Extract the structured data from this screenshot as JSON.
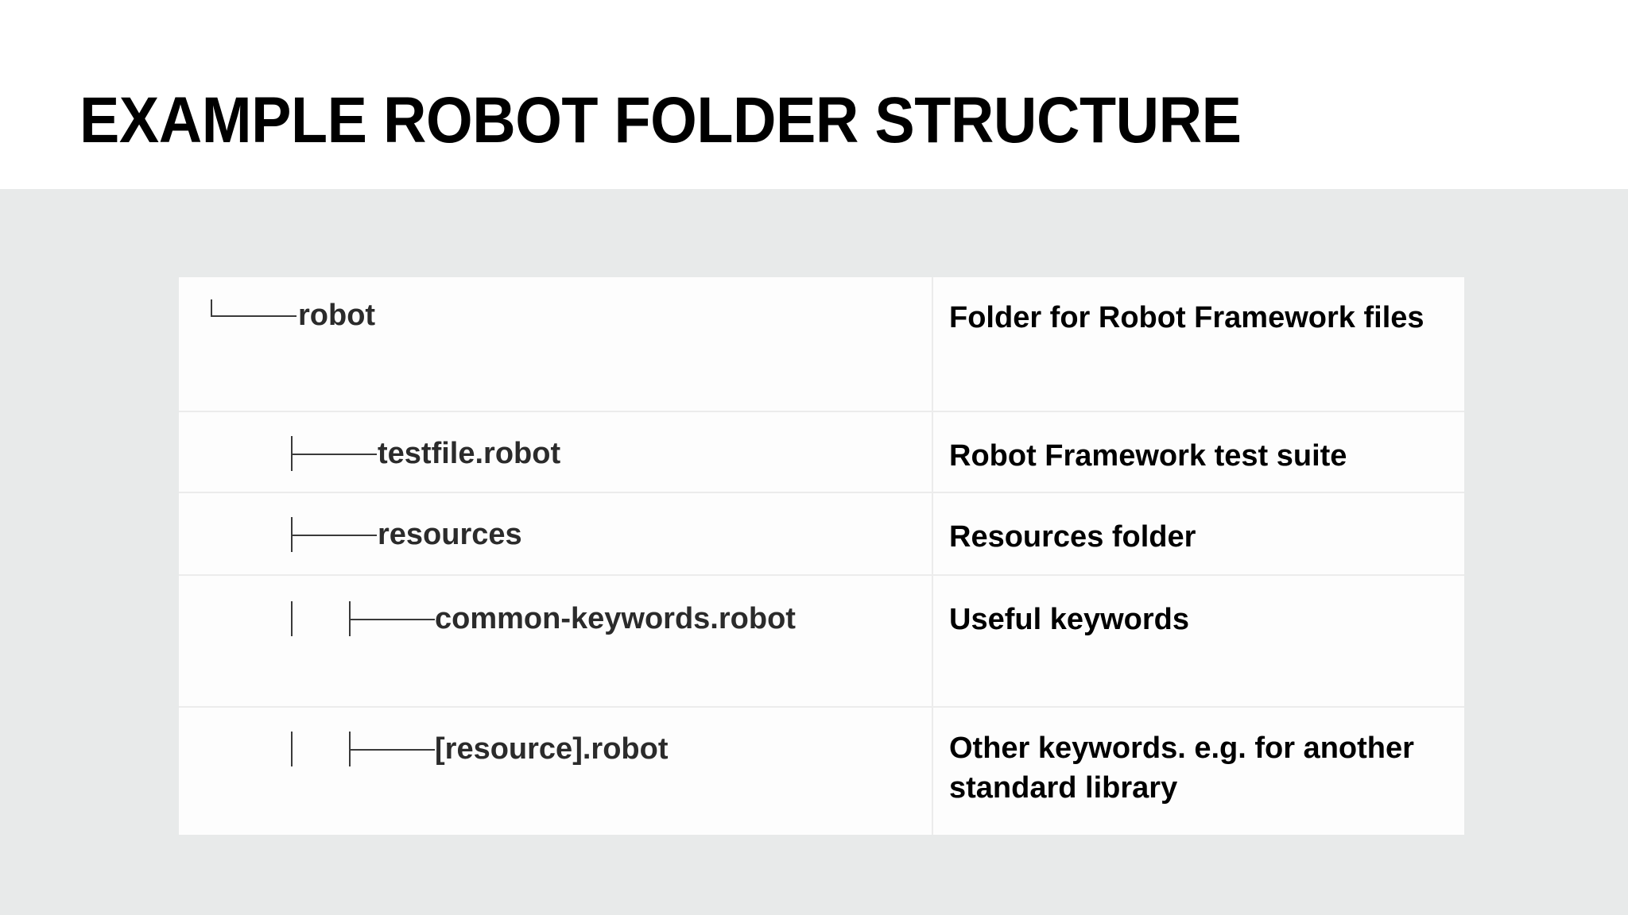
{
  "slide": {
    "title": "EXAMPLE ROBOT FOLDER STRUCTURE",
    "background_top": "#ffffff",
    "background_content": "#e8eaea",
    "table_background": "#fdfdfd",
    "divider_color": "#ececec",
    "path_text_color": "#2b2b2b",
    "desc_text_color": "#000000"
  },
  "table": {
    "rows": [
      {
        "depth": 0,
        "connector": "elbow",
        "connector_glyph": "└──",
        "path": "robot",
        "desc_lines": [
          "Folder for Robot Framework files"
        ]
      },
      {
        "depth": 1,
        "connector": "tee",
        "connector_glyph": "├──",
        "path": "testfile.robot",
        "desc_lines": [
          "Robot Framework test suite"
        ]
      },
      {
        "depth": 1,
        "connector": "tee",
        "connector_glyph": "├──",
        "path": "resources",
        "desc_lines": [
          "Resources folder"
        ]
      },
      {
        "depth": 2,
        "connector": "pipe-tee",
        "connector_glyph": "│   ├──",
        "path": "common-keywords.robot",
        "desc_lines": [
          "Useful keywords"
        ]
      },
      {
        "depth": 2,
        "connector": "pipe-tee",
        "connector_glyph": "│   ├──",
        "path": "[resource].robot",
        "desc_lines": [
          "Other keywords. e.g. for another",
          "standard library"
        ]
      }
    ]
  }
}
